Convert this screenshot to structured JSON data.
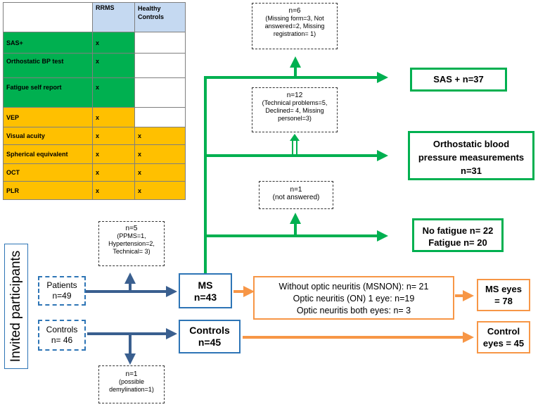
{
  "table": {
    "headers": [
      "",
      "RRMS",
      "Healthy Controls"
    ],
    "rows": [
      {
        "label": "SAS+",
        "rrms": "x",
        "healthy": ""
      },
      {
        "label": "Orthostatic BP test",
        "rrms": "x",
        "healthy": ""
      },
      {
        "label": "Fatigue self report",
        "rrms": "x",
        "healthy": ""
      },
      {
        "label": "VEP",
        "rrms": "x",
        "healthy": ""
      },
      {
        "label": "Visual acuity",
        "rrms": "x",
        "healthy": "x"
      },
      {
        "label": "Spherical equivalent",
        "rrms": "x",
        "healthy": "x"
      },
      {
        "label": "OCT",
        "rrms": "x",
        "healthy": "x"
      },
      {
        "label": "PLR",
        "rrms": "x",
        "healthy": "x"
      }
    ]
  },
  "side_label": "Invited participants",
  "patients": {
    "label": "Patients",
    "count": "n=49"
  },
  "controls_in": {
    "label": "Controls",
    "count": "n= 46"
  },
  "excl_patients": {
    "n": "n=5",
    "detail": [
      "(PPMS=1,",
      "Hypertension=2,",
      "Technical= 3)"
    ]
  },
  "excl_controls": {
    "n": "n=1",
    "detail": [
      "(possible",
      "demylination=1)"
    ]
  },
  "ms": {
    "label": "MS",
    "count": "n=43"
  },
  "controls_group": {
    "label": "Controls",
    "count": "n=45"
  },
  "excl_sas": {
    "n": "n=6",
    "detail": [
      "(Missing form=3, Not",
      "answered=2, Missing",
      "registration= 1)"
    ]
  },
  "excl_bp": {
    "n": "n=12",
    "detail": [
      "(Technical problems=5,",
      "Declined= 4, Missing",
      "personel=3)"
    ]
  },
  "excl_fatigue": {
    "n": "n=1",
    "detail": [
      "(not answered)"
    ]
  },
  "sas_result": "SAS +  n=37",
  "bp_result": [
    "Orthostatic blood",
    "pressure measurements",
    "n=31"
  ],
  "fatigue_result": [
    "No fatigue n= 22",
    "Fatigue n= 20"
  ],
  "optic": [
    "Without optic neuritis (MSNON):  n= 21",
    "Optic neuritis (ON) 1 eye:  n=19",
    "Optic neuritis both eyes:  n= 3"
  ],
  "ms_eyes": [
    "MS eyes",
    "= 78"
  ],
  "control_eyes": [
    "Control",
    "eyes = 45"
  ],
  "colors": {
    "green": "#00b050",
    "amber": "#ffc000",
    "blue": "#2e75b6",
    "orange": "#f79646",
    "header_blue": "#c5d9f1"
  }
}
